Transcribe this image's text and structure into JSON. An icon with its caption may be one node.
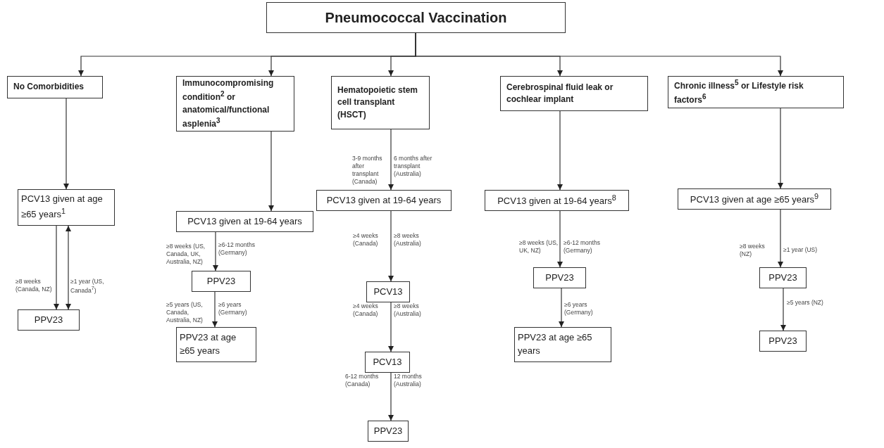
{
  "diagram": {
    "nodes": [
      {
        "text": [
          "Pneumococcal Vaccination"
        ]
      },
      {
        "text": [
          "No Comorbidities"
        ]
      },
      {
        "text": [
          "Immunocompromising condition$^{2}$ or anatomical/functional asplenia$^{3}$"
        ]
      },
      {
        "text": [
          "Hematopoietic stem cell transplant (HSCT)"
        ]
      },
      {
        "text": [
          "Cerebrospinal fluid leak or cochlear implant"
        ]
      },
      {
        "text": [
          "Chronic illness$^{5}$ or Lifestyle risk factors$^{6}$"
        ]
      },
      {
        "text": [
          "PCV13 given at age ≥65 years$^{1}$"
        ]
      },
      {
        "text": [
          "PPV23"
        ]
      },
      {
        "text": [
          "PCV13 given at 19-64 years"
        ]
      },
      {
        "text": [
          "PPV23"
        ]
      },
      {
        "text": [
          "PPV23 at age ≥65 years"
        ]
      },
      {
        "text": [
          "PCV13 given at 19-64 years"
        ]
      },
      {
        "text": [
          "PCV13"
        ]
      },
      {
        "text": [
          "PCV13"
        ]
      },
      {
        "text": [
          "PPV23"
        ]
      },
      {
        "text": [
          "PCV13 given at 19-64 years$^{8}$"
        ]
      },
      {
        "text": [
          "PPV23"
        ]
      },
      {
        "text": [
          "PPV23 at age ≥65 years"
        ]
      },
      {
        "text": [
          "PCV13 given at age ≥65 years$^{9}$"
        ]
      },
      {
        "text": [
          "PPV23"
        ]
      },
      {
        "text": [
          "PPV23"
        ]
      }
    ],
    "edges": [
      {
        "from": 0,
        "to": 1,
        "arrow": "to"
      },
      {
        "from": 0,
        "to": 2,
        "arrow": "to"
      },
      {
        "from": 0,
        "to": 3,
        "arrow": "to"
      },
      {
        "from": 0,
        "to": 4,
        "arrow": "to"
      },
      {
        "from": 0,
        "to": 5,
        "arrow": "to"
      },
      {
        "from": 1,
        "to": 6,
        "arrow": "to"
      },
      {
        "from": 6,
        "to": 7,
        "arrow": "to",
        "label": "≥8 weeks (Canada, NZ)"
      },
      {
        "from": 6,
        "to": 7,
        "arrow": "both",
        "label": "≥1 year (US, Canada$^{7}$)"
      },
      {
        "from": 2,
        "to": 8,
        "arrow": "to"
      },
      {
        "from": 8,
        "to": 9,
        "arrow": "to",
        "label": "≥8 weeks (US, Canada, UK, Australia, NZ)"
      },
      {
        "from": 9,
        "to": 10,
        "arrow": "to",
        "label": "≥5 years (US, Canada, Australia, NZ)"
      },
      {
        "from": 3,
        "to": 11,
        "arrow": "to",
        "label": "3-9 months after transplant (Canada)"
      },
      {
        "from": 11,
        "to": 12,
        "arrow": "to",
        "label": "≥4 weeks (Canada)"
      },
      {
        "from": 12,
        "to": 13,
        "arrow": "to",
        "label": "≥4 weeks (Canada)"
      },
      {
        "from": 13,
        "to": 14,
        "arrow": "to",
        "label": "6-12 months (Canada)"
      },
      {
        "from": 4,
        "to": 15,
        "arrow": "to"
      },
      {
        "from": 15,
        "to": 16,
        "arrow": "to",
        "label": "≥8 weeks (US, UK, NZ)"
      },
      {
        "from": 16,
        "to": 17,
        "arrow": "to",
        "label": "≥6 years (Germany)"
      },
      {
        "from": 5,
        "to": 18,
        "arrow": "to"
      },
      {
        "from": 18,
        "to": 19,
        "arrow": "to",
        "label": "≥8 weeks (NZ)"
      },
      {
        "from": 19,
        "to": 20,
        "arrow": "to",
        "label": "≥5 years (NZ)"
      }
    ],
    "labels": [
      "≥6-12 months (Germany)",
      "≥6 years (Germany)",
      "6 months after transplant (Australia)",
      "≥8 weeks (Australia)",
      "≥8 weeks (Australia)",
      "12 months (Australia)",
      "≥6-12 months (Germany)",
      "≥1 year (US)"
    ]
  }
}
